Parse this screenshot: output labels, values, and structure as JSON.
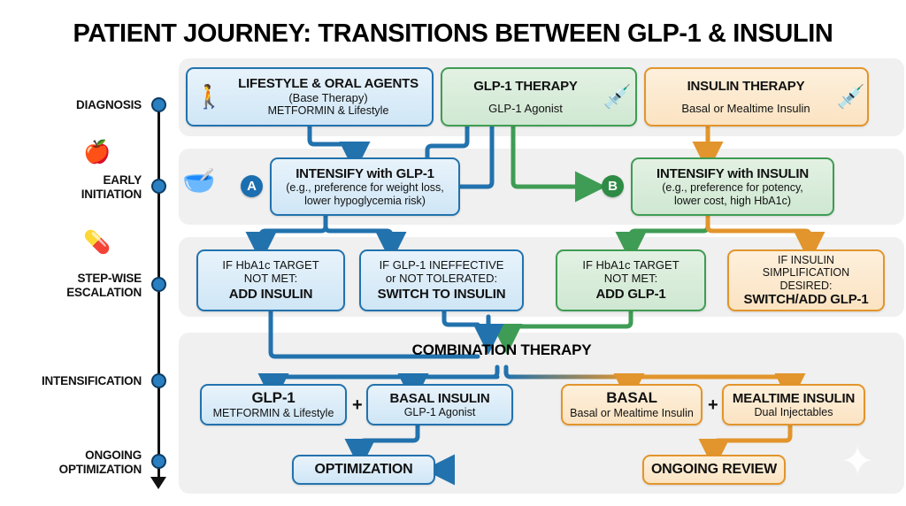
{
  "title": "PATIENT JOURNEY: TRANSITIONS BETWEEN GLP-1 & INSULIN",
  "colors": {
    "blue": "#2272ad",
    "green": "#3f9c54",
    "orange": "#e2952c",
    "band": "#f0f0f0",
    "timeline": "#2a7fc0",
    "text": "#111111"
  },
  "timeline": {
    "stages": [
      {
        "label": "DIAGNOSIS",
        "icon": ""
      },
      {
        "label": "EARLY\nINITIATION",
        "icon": "fruit-icon"
      },
      {
        "label": "STEP-WISE\nESCALATION",
        "icon": "pills-icon"
      },
      {
        "label": "INTENSIFICATION",
        "icon": ""
      },
      {
        "label": "ONGOING\nOPTIMIZATION",
        "icon": ""
      }
    ],
    "stage_labels": {
      "diagnosis": "DIAGNOSIS",
      "early_line1": "EARLY",
      "early_line2": "INITIATION",
      "stepwise_line1": "STEP-WISE",
      "stepwise_line2": "ESCALATION",
      "intensification": "INTENSIFICATION",
      "ongoing_line1": "ONGOING",
      "ongoing_line2": "OPTIMIZATION"
    }
  },
  "row_diagnosis": {
    "lifestyle": {
      "title": "LIFESTYLE & ORAL AGENTS",
      "sub1": "(Base Therapy)",
      "sub2": "METFORMIN & Lifestyle",
      "icon": "walking-person-icon",
      "color": "blue"
    },
    "glp1": {
      "title": "GLP-1 THERAPY",
      "sub1": "GLP-1 Agonist",
      "icon": "blue-injection-pen-icon",
      "color": "green"
    },
    "insulin": {
      "title": "INSULIN THERAPY",
      "sub1": "Basal or Mealtime Insulin",
      "icon": "orange-injection-pen-icon",
      "color": "orange"
    }
  },
  "row_early": {
    "left_icon": "healthy-food-basket-icon",
    "badge_a": "A",
    "badge_b": "B",
    "intensify_glp1": {
      "title": "INTENSIFY with GLP-1",
      "sub1": "(e.g., preference for weight loss,",
      "sub2": "lower hypoglycemia risk)",
      "color": "blue"
    },
    "intensify_insulin": {
      "title": "INTENSIFY with INSULIN",
      "sub1": "(e.g., preference for potency,",
      "sub2": "lower cost, high HbA1c)",
      "color": "green"
    }
  },
  "row_escalation": {
    "add_insulin": {
      "line1": "IF HbA1c TARGET",
      "line2": "NOT MET:",
      "bold": "ADD INSULIN",
      "color": "blue"
    },
    "switch_to_insulin": {
      "line1": "IF GLP-1 INEFFECTIVE",
      "line2": "or NOT TOLERATED:",
      "bold": "SWITCH TO INSULIN",
      "color": "blue"
    },
    "add_glp1": {
      "line1": "IF HbA1c TARGET",
      "line2": "NOT MET:",
      "bold": "ADD GLP-1",
      "color": "green"
    },
    "switch_add_glp1": {
      "line1": "IF INSULIN",
      "line2": "SIMPLIFICATION",
      "line3": "DESIRED:",
      "bold": "SWITCH/ADD GLP-1",
      "color": "orange"
    }
  },
  "row_combination": {
    "heading": "COMBINATION THERAPY",
    "plus_left": "+",
    "plus_right": "+",
    "glp1": {
      "title": "GLP-1",
      "sub1": "METFORMIN & Lifestyle",
      "color": "blue"
    },
    "basal_insulin": {
      "title": "BASAL INSULIN",
      "sub1": "GLP-1 Agonist",
      "color": "blue"
    },
    "basal": {
      "title": "BASAL",
      "sub1": "Basal or Mealtime Insulin",
      "color": "orange"
    },
    "mealtime_insulin": {
      "title": "MEALTIME INSULIN",
      "sub1": "Dual Injectables",
      "color": "orange"
    }
  },
  "row_ongoing": {
    "optimization": {
      "title": "OPTIMIZATION",
      "color": "blue"
    },
    "ongoing_review": {
      "title": "ONGOING REVIEW",
      "color": "orange"
    }
  }
}
